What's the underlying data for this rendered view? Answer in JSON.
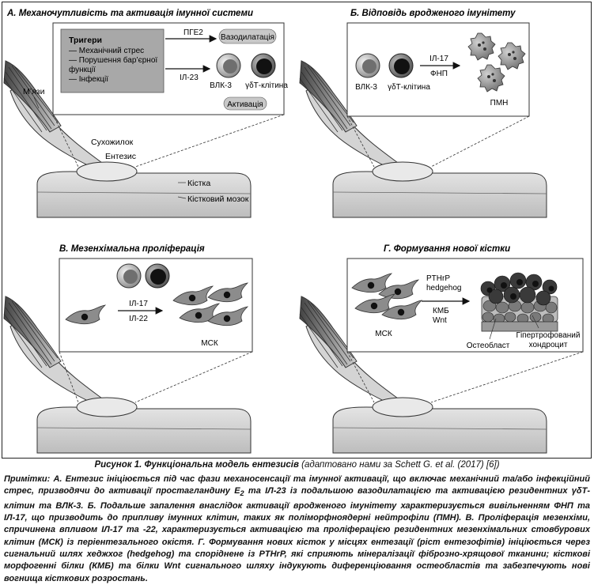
{
  "panels": {
    "a": {
      "title": "А. Механочутливість та активація імунної системи",
      "triggers_title": "Тригери",
      "trigger_1": "— Механічний стрес",
      "trigger_2a": "— Порушення бар’єрної",
      "trigger_2b": "функції",
      "trigger_3": "— Інфекції",
      "pge2": "ПГЕ2",
      "il23": "ІЛ-23",
      "vasodilation": "Вазодилатація",
      "vlk3": "ВЛК-3",
      "gdt": "γδТ-клітина",
      "activation": "Активація",
      "muscles": "М’язи",
      "tendon": "Сухожилок",
      "enthesis": "Ентезис",
      "bone": "Кістка",
      "marrow": "Кістковий мозок"
    },
    "b": {
      "title": "Б. Відповідь вродженого імунітету",
      "vlk3": "ВЛК-3",
      "gdt": "γδТ-клітина",
      "il17": "ІЛ-17",
      "fnp": "ФНП",
      "pmn": "ПМН"
    },
    "c": {
      "title": "В. Мезенхімальна проліферація",
      "il17": "ІЛ-17",
      "il22": "ІЛ-22",
      "msk": "МСК"
    },
    "d": {
      "title": "Г. Формування нової кістки",
      "pthrp": "PTHrP",
      "hedgehog": "hedgehog",
      "kmb": "КМБ",
      "wnt": "Wnt",
      "msk": "МСК",
      "osteoblast": "Остеобласт",
      "chondro_1": "Гіпертрофований",
      "chondro_2": "хондроцит"
    }
  },
  "caption": {
    "main": "Рисунок 1. Функціональна модель ентезисів",
    "adapted": "(адаптовано нами за Schett G. et al. (2017) [6])"
  },
  "notes": {
    "text_1": "Примітки: А. Ентезис ініціюється під час фази механосенсації та імунної активації, що включає механічний та/або інфекційний стрес, призводячи до активації простагландину E",
    "sub": "2",
    "text_2": " та ІЛ-23 із подальшою вазодилатацією та активацією резидентних γδТ-клітин та ВЛК-3. Б. Подальше запалення внаслідок активації вродженого імунітету характеризується вивільненням ФНП та ІЛ-17, що призводить до припливу імунних клітин, таких як поліморфноядерні нейтрофіли (ПМН). В. Проліферація мезенхіми, спричинена впливом ІЛ-17 та -22, характеризується активацією та проліферацією резидентних мезенхімальних стовбурових клітин (МСК) із періентезального окістя. Г. Формування нових кісток у місцях ентезації (ріст ентезофітів) ініціюється через сигнальний шлях хеджхог (hedgehog) та споріднене із PTHrP, які сприяють мінералізації фіброзно-хрящової тканини; кісткові морфогенні білки (КМБ) та білки Wnt сигнального шляху індукують диференціювання остеобластів та забезпечують нові вогнища кісткових розростань."
  },
  "colors": {
    "trigger_box": "#a8a8a8",
    "muscle_dark": "#555555",
    "tendon": "#d8d8d8",
    "pill": "#c8c8c8"
  }
}
